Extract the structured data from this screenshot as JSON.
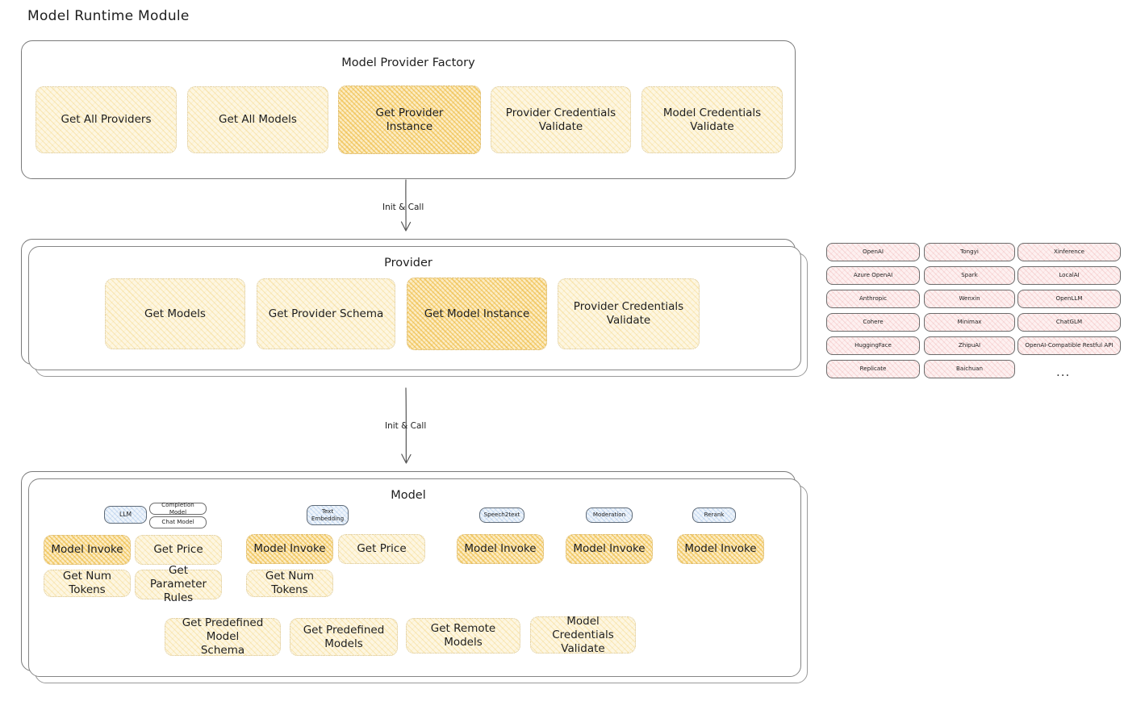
{
  "page": {
    "title": "Model Runtime Module"
  },
  "factory": {
    "title": "Model Provider Factory",
    "nodes": [
      {
        "label": "Get All Providers",
        "highlight": false
      },
      {
        "label": "Get All Models",
        "highlight": false
      },
      {
        "label": "Get Provider\nInstance",
        "highlight": true
      },
      {
        "label": "Provider Credentials\nValidate",
        "highlight": false
      },
      {
        "label": "Model Credentials\nValidate",
        "highlight": false
      }
    ]
  },
  "arrows": [
    {
      "label": "Init & Call"
    },
    {
      "label": "Init & Call"
    }
  ],
  "provider": {
    "title": "Provider",
    "nodes": [
      {
        "label": "Get Models",
        "highlight": false
      },
      {
        "label": "Get Provider Schema",
        "highlight": false
      },
      {
        "label": "Get Model Instance",
        "highlight": true
      },
      {
        "label": "Provider Credentials\nValidate",
        "highlight": false
      }
    ]
  },
  "provider_list": {
    "columns": [
      [
        "OpenAI",
        "Azure OpenAI",
        "Anthropic",
        "Cohere",
        "HuggingFace",
        "Replicate"
      ],
      [
        "Tongyi",
        "Spark",
        "Wenxin",
        "Minimax",
        "ZhipuAI",
        "Baichuan"
      ],
      [
        "Xinference",
        "LocalAI",
        "OpenLLM",
        "ChatGLM",
        "OpenAI-Compatible Restful API"
      ]
    ],
    "ellipsis": "..."
  },
  "model": {
    "title": "Model",
    "ellipsis": "...",
    "types": [
      {
        "name": "LLM",
        "subtypes": [
          "Completion Model",
          "Chat Model"
        ],
        "methods": [
          {
            "label": "Model Invoke",
            "highlight": true
          },
          {
            "label": "Get Price",
            "highlight": false
          },
          {
            "label": "Get Num Tokens",
            "highlight": false
          },
          {
            "label": "Get Parameter\nRules",
            "highlight": false
          }
        ]
      },
      {
        "name": "Text\nEmbedding",
        "subtypes": [],
        "methods": [
          {
            "label": "Model Invoke",
            "highlight": true
          },
          {
            "label": "Get Price",
            "highlight": false
          },
          {
            "label": "Get Num Tokens",
            "highlight": false
          }
        ]
      },
      {
        "name": "Speech2text",
        "subtypes": [],
        "methods": [
          {
            "label": "Model Invoke",
            "highlight": true
          }
        ]
      },
      {
        "name": "Moderation",
        "subtypes": [],
        "methods": [
          {
            "label": "Model Invoke",
            "highlight": true
          }
        ]
      },
      {
        "name": "Rerank",
        "subtypes": [],
        "methods": [
          {
            "label": "Model Invoke",
            "highlight": true
          }
        ]
      }
    ],
    "common_methods": [
      {
        "label": "Get Predefined Model\nSchema"
      },
      {
        "label": "Get Predefined\nModels"
      },
      {
        "label": "Get Remote Models"
      },
      {
        "label": "Model Credentials\nValidate"
      }
    ]
  },
  "colors": {
    "yellow_fill": "#fdf6e1",
    "yellow_highlight": "#fcecc4",
    "pink_fill": "#fdf0f0",
    "blue_fill": "#eef4fb",
    "stroke": "#7a7a7a",
    "text": "#1e1e1e"
  }
}
